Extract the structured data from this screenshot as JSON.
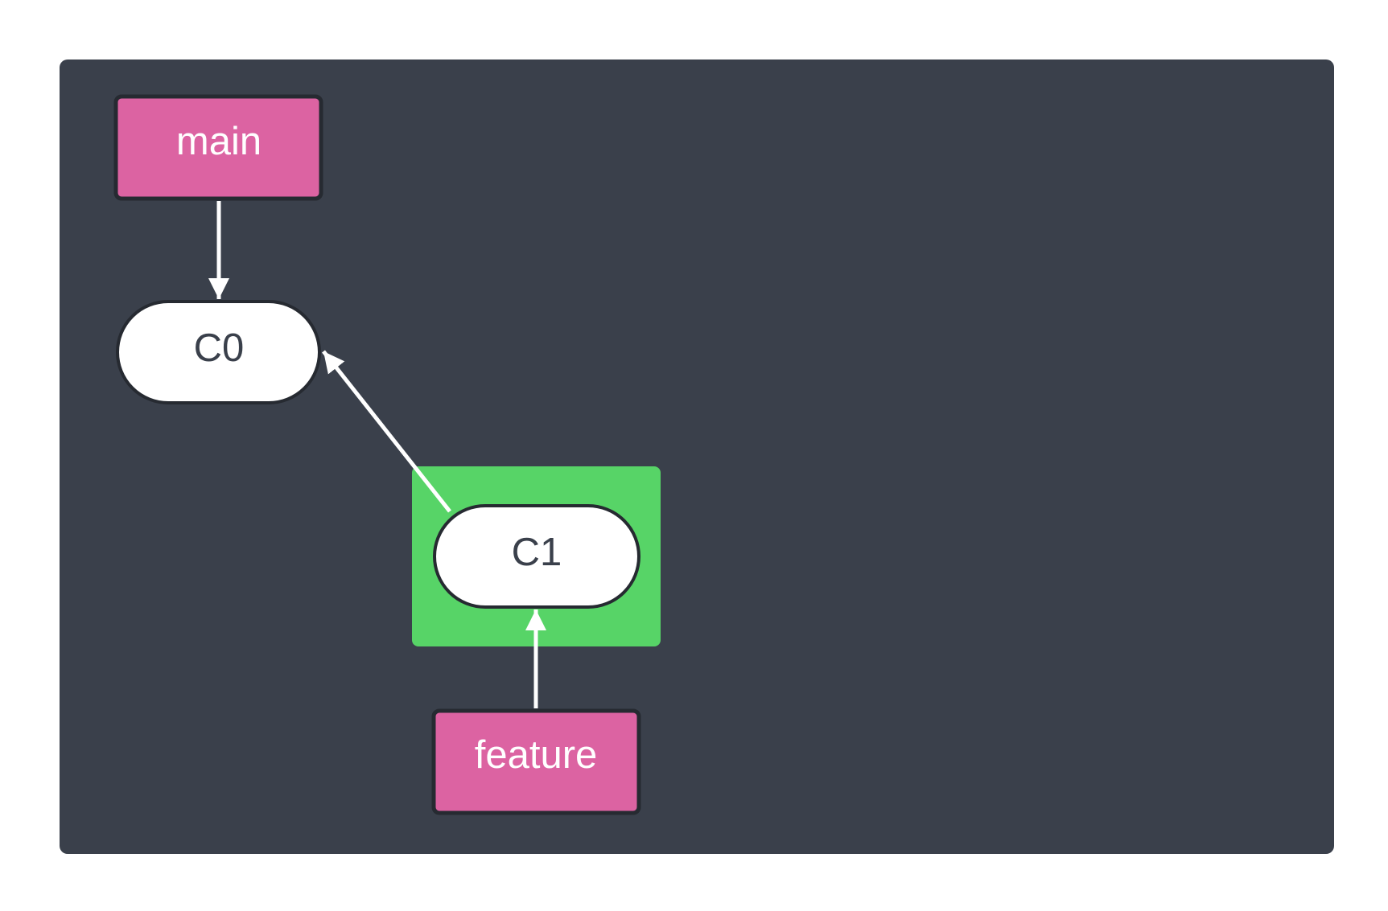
{
  "diagram": {
    "colors": {
      "page_background": "#ffffff",
      "panel_background": "#3a404b",
      "branch_fill": "#dc63a2",
      "branch_text": "#ffffff",
      "commit_fill": "#ffffff",
      "commit_text": "#3a404b",
      "node_border": "#262a31",
      "highlight_fill": "#57d467",
      "edge_color": "#ffffff"
    },
    "branches": [
      {
        "id": "main",
        "label": "main"
      },
      {
        "id": "feature",
        "label": "feature"
      }
    ],
    "commits": [
      {
        "id": "C0",
        "label": "C0",
        "highlighted": false
      },
      {
        "id": "C1",
        "label": "C1",
        "highlighted": true
      }
    ],
    "edges": [
      {
        "from": "main",
        "to": "C0"
      },
      {
        "from": "C1",
        "to": "C0"
      },
      {
        "from": "feature",
        "to": "C1"
      }
    ]
  }
}
